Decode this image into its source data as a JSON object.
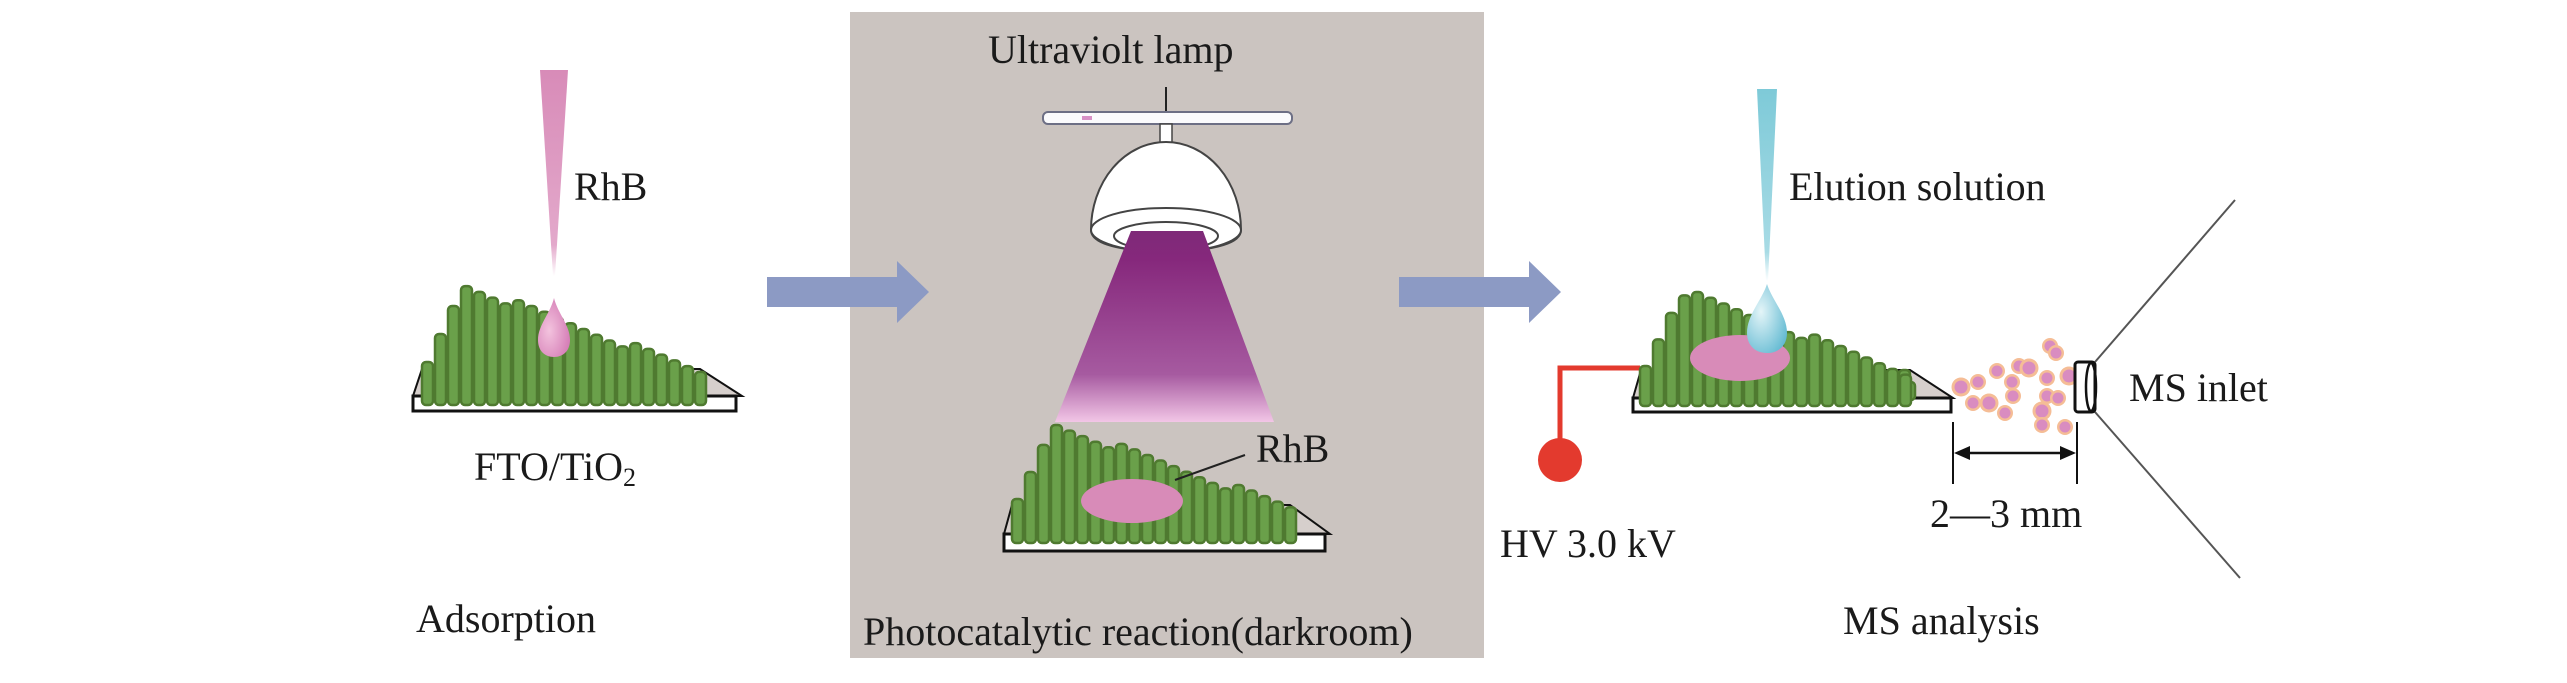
{
  "figure": {
    "title": "RhB photocatalytic degradation on FTO/TiO2 with MS detection workflow",
    "colors": {
      "darkroom_bg": "#cbc4c0",
      "flow_arrow": "#8c9ac4",
      "nanorod_fill": "#6aa04a",
      "nanorod_stroke": "#4f7a30",
      "rhb_pink": "#d88bb8",
      "elution_blue": "#7ecad8",
      "uv_light_top": "#7e2a78",
      "uv_light_bottom": "#f2c6e6",
      "hv_red": "#e33a2e",
      "droplet_core": "#d98cc0",
      "droplet_halo": "#f5bd96"
    },
    "panels": [
      {
        "id": "adsorption",
        "caption": "Adsorption",
        "pipette_label": "RhB",
        "substrate_label_main": "FTO/TiO",
        "substrate_label_sub": "2"
      },
      {
        "id": "photocatalysis",
        "caption": "Photocatalytic reaction(darkroom)",
        "lamp_label": "Ultraviolt lamp",
        "spot_label": "RhB"
      },
      {
        "id": "ms-analysis",
        "caption": "MS analysis",
        "pipette_label": "Elution solution",
        "voltage_label": "HV 3.0 kV",
        "distance_label": "2—3 mm",
        "inlet_label": "MS inlet"
      }
    ],
    "flow": [
      "adsorption",
      "photocatalysis",
      "ms-analysis"
    ]
  }
}
